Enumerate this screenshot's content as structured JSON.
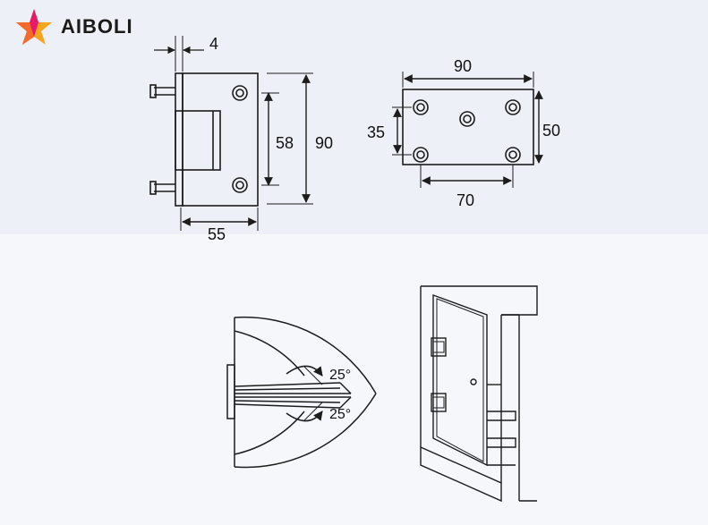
{
  "brand": {
    "name": "AIBOLI",
    "star_colors": [
      "#f26b2a",
      "#e8196b",
      "#f7a51c"
    ]
  },
  "hinge_side_view": {
    "dim_thickness": "4",
    "dim_height_holes": "58",
    "dim_height_total": "90",
    "dim_width": "55"
  },
  "hinge_plate_view": {
    "dim_width_total": "90",
    "dim_height_total": "50",
    "dim_hole_spacing_v": "35",
    "dim_hole_spacing_h": "70"
  },
  "swing_diagram": {
    "angle_top": "25°",
    "angle_bottom": "25°"
  },
  "colors": {
    "line": "#1c1c1c",
    "panel_top": "#eef0f8",
    "panel_bottom": "#f6f7fb"
  }
}
